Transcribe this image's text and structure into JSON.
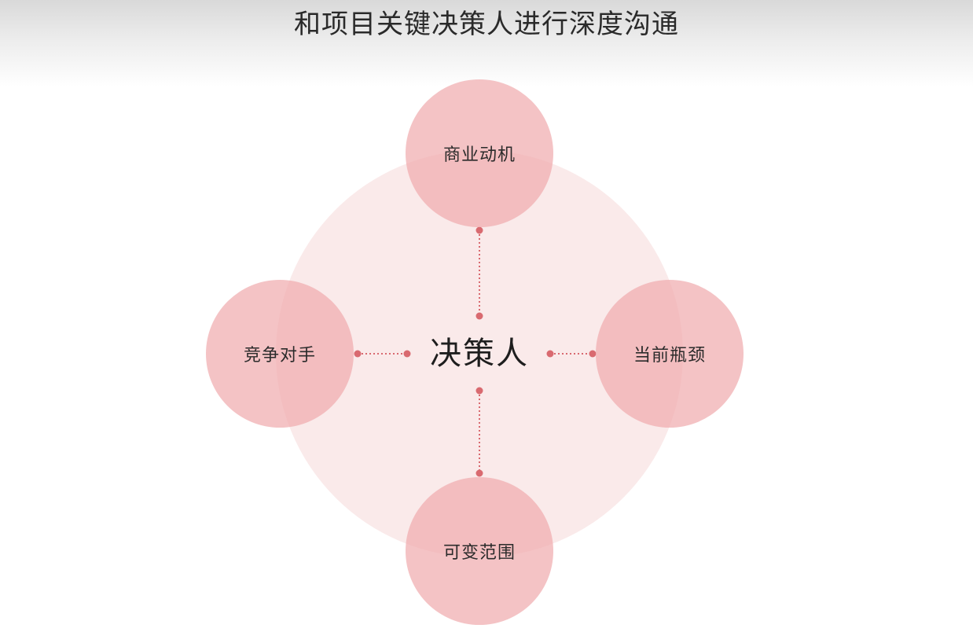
{
  "title": "和项目关键决策人进行深度沟通",
  "center": {
    "label": "决策人"
  },
  "nodes": [
    {
      "id": "top",
      "label": "商业动机"
    },
    {
      "id": "right",
      "label": "当前瓶颈"
    },
    {
      "id": "bottom",
      "label": "可变范围"
    },
    {
      "id": "left",
      "label": "竞争对手"
    }
  ],
  "colors": {
    "node_fill": "#f0acaf",
    "big_circle": "#f9e6e6",
    "connector": "#d96a70"
  }
}
